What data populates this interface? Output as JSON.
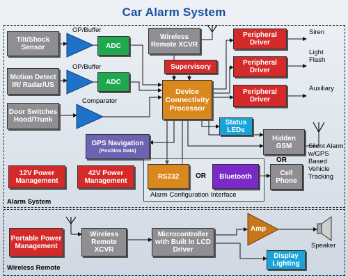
{
  "title": "Car Alarm System",
  "alarm_system": {
    "label": "Alarm System",
    "blocks": {
      "tilt_shock": "Tilt/Shock Sensor",
      "motion": "Motion Detect IR/ Radar/US",
      "door": "Door Switches Hood/Trunk",
      "adc1": "ADC",
      "adc2": "ADC",
      "op_buffer1": "OP/Buffer",
      "op_buffer2": "OP/Buffer",
      "comparator": "Comparator",
      "wireless_xcvr": "Wireless Remote XCVR",
      "supervisory": "Supervisory",
      "processor": "Device Connectivity Processor",
      "status_leds": "Status LEDs",
      "gps_nav": "GPS Navigation",
      "gps_sub": "(Position Data)",
      "power_12v": "12V Power Management",
      "power_42v": "42V Power Management",
      "peripheral1": "Peripheral Driver",
      "peripheral2": "Peripheral Driver",
      "peripheral3": "Peripheral Driver",
      "hidden_gsm": "Hidden GSM",
      "cell_phone": "Cell Phone",
      "rs232": "RS232",
      "bluetooth": "Bluetooth",
      "or1": "OR",
      "or2": "OR",
      "config_interface": "Alarm Configuration Interface"
    },
    "outputs": {
      "siren": "Siren",
      "light_flash": "Light Flash",
      "auxiliary": "Auxiliary",
      "silent_alarm": "Silent Alarm w/GPS Based Vehicle Tracking"
    }
  },
  "wireless_remote": {
    "label": "Wireless Remote",
    "blocks": {
      "portable_power": "Portable Power Management",
      "wireless_xcvr": "Wireless Remote XCVR",
      "microcontroller": "Microcontroller with Built In LCD Driver",
      "amp": "Amp",
      "display_lighting": "Display Lighting",
      "speaker": "Speaker"
    }
  },
  "colors": {
    "title": "#1a4f9e",
    "sensor_gray": "#8f8f93",
    "driver_red": "#d42a2a",
    "processor_orange": "#d9881d",
    "adc_green": "#1fa84f",
    "status_cyan": "#18a4d8",
    "bluetooth_purple": "#7a2ac8",
    "amplifier_blue": "#1e73c8"
  },
  "icons": [
    "antenna-icon",
    "speaker-icon",
    "op-amp-triangle-icon",
    "amplifier-triangle-icon"
  ]
}
